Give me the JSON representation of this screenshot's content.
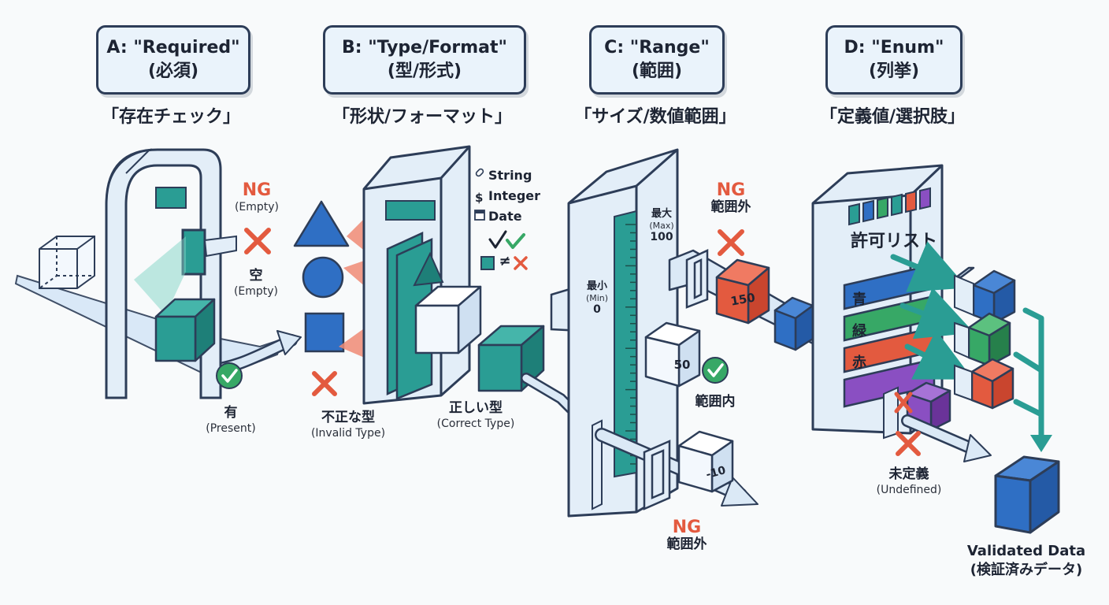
{
  "sections": [
    {
      "id": "A",
      "title": "A: \"Required\"",
      "title_jp": "(必須)",
      "subtitle": "「存在チェック」"
    },
    {
      "id": "B",
      "title": "B: \"Type/Format\"",
      "title_jp": "(型/形式)",
      "subtitle": "「形状/フォーマット」"
    },
    {
      "id": "C",
      "title": "C: \"Range\"",
      "title_jp": "(範囲)",
      "subtitle": "「サイズ/数値範囲」"
    },
    {
      "id": "D",
      "title": "D: \"Enum\"",
      "title_jp": "(列挙)",
      "subtitle": "「定義値/選択肢」"
    }
  ],
  "required": {
    "ng": "NG",
    "ng_note": "(Empty)",
    "empty_jp": "空",
    "empty_en": "(Empty)",
    "present_jp": "有",
    "present_en": "(Present)"
  },
  "type_format": {
    "legend": [
      "String",
      "Integer",
      "Date"
    ],
    "neq_symbol": "≠",
    "invalid_jp": "不正な型",
    "invalid_en": "(Invalid Type)",
    "correct_jp": "正しい型",
    "correct_en": "(Correct Type)"
  },
  "range": {
    "max_jp": "最大",
    "max_en": "(Max)",
    "max_val": "100",
    "min_jp": "最小",
    "min_en": "(Min)",
    "min_val": "0",
    "ng_top": "NG",
    "out_top": "範囲外",
    "cube_150": "150",
    "cube_50": "50",
    "cube_neg10": "-10",
    "in_range": "範囲内",
    "ng_bottom": "NG",
    "out_bottom": "範囲外"
  },
  "enum": {
    "list_title": "許可リスト",
    "items": [
      "青",
      "緑",
      "赤"
    ],
    "undefined_jp": "未定義",
    "undefined_en": "(Undefined)"
  },
  "result": {
    "en": "Validated Data",
    "jp": "(検証済みデータ)"
  },
  "colors": {
    "teal": "#2a9d94",
    "blue": "#2f6fc4",
    "green": "#37a866",
    "red": "#e35a3f",
    "purple": "#8a4fc2",
    "outline": "#2d3d58",
    "frame": "#e3eef8"
  }
}
